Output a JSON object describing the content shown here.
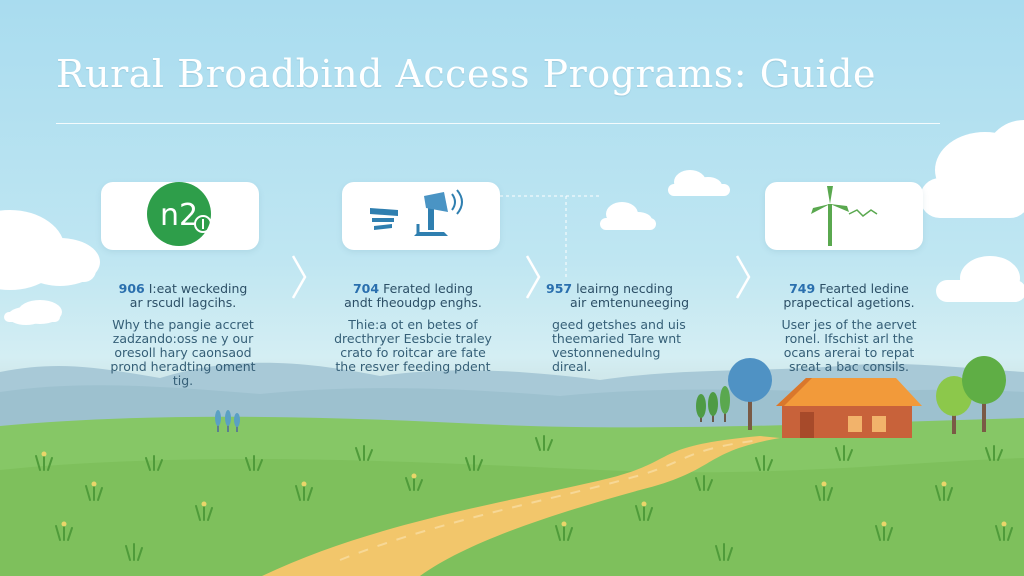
{
  "title": "Rural Broadbind Access Programs: Guide",
  "colors": {
    "sky": "#a9dcef",
    "grass": "#7cc35a",
    "path": "#f2c66b",
    "barn": "#c8623a",
    "roof": "#f29a3a",
    "accent_green": "#2e9e4a",
    "accent_blue": "#2a6fae"
  },
  "steps": [
    {
      "icon": "n2-badge-icon",
      "badge": "n2",
      "number": "906",
      "heading_rest": "I:eat weckeding",
      "heading_line2": "ar rscudl lagcihs.",
      "body": [
        "Why the pangie accret",
        "zadzando:oss ne y our",
        "oresoll hary caonsaod",
        "prond heradting  oment",
        "tig."
      ]
    },
    {
      "icon": "antenna-tower-icon",
      "number": "704",
      "heading_rest": "Ferated leding",
      "heading_line2": "andt fheoudgp enghs.",
      "body": [
        "Thie:a ot en betes of",
        "drecthryer Eesbcie traley",
        "crato fo roitcar are fate",
        "the resver feeding pdent"
      ]
    },
    {
      "icon": "none",
      "number": "957",
      "heading_rest": "leairng necding",
      "heading_line2": "air emtenuneeging",
      "body": [
        "geed getshes and uis",
        "theemaried Tare wnt",
        "vestonnenedulng",
        "direal."
      ]
    },
    {
      "icon": "wind-turbine-icon",
      "number": "749",
      "heading_rest": "Fearted ledine",
      "heading_line2": "prapectical agetions.",
      "body": [
        "User jes of the aervet",
        "ronel. Ifschist arl the",
        "ocans arerai to repat",
        "sreat a bac consils."
      ]
    }
  ]
}
